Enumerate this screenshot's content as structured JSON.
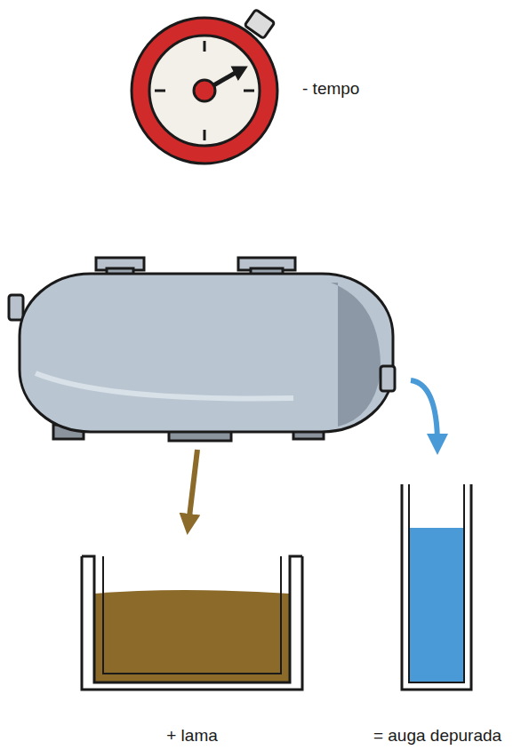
{
  "diagram": {
    "labels": [
      "- tempo",
      "+ lama",
      "= auga depurada"
    ]
  }
}
